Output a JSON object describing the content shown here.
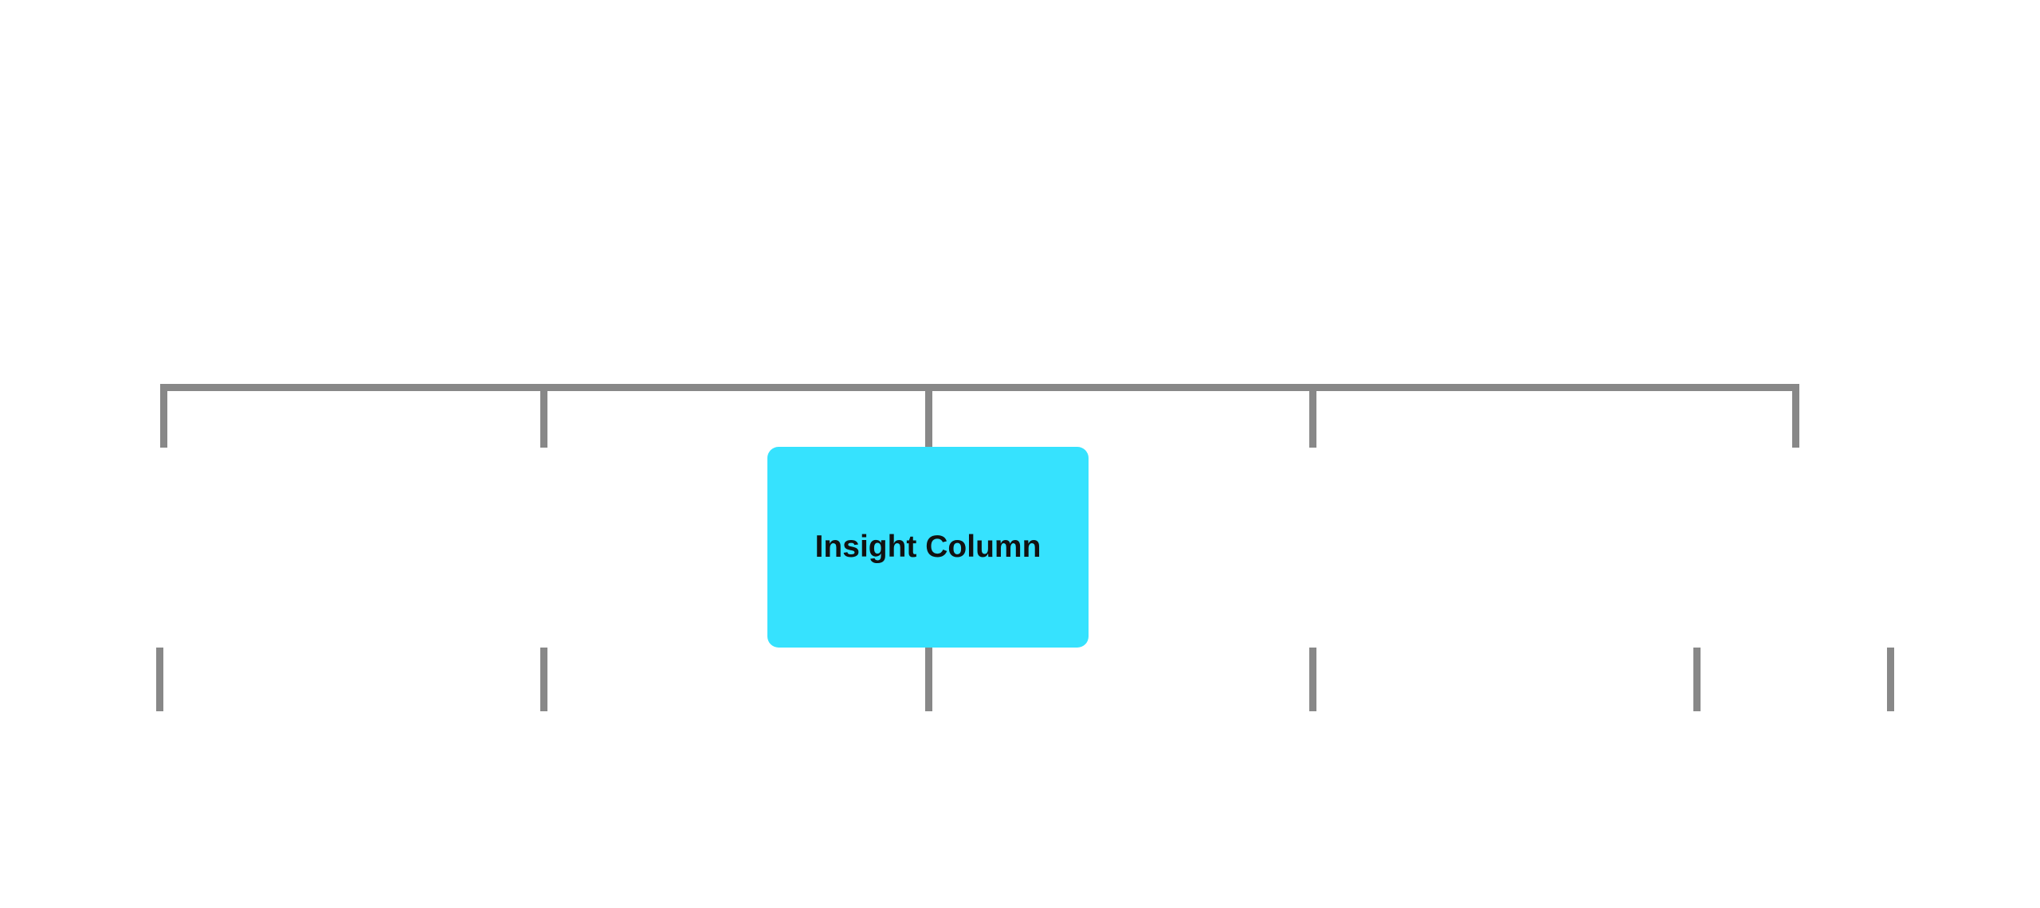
{
  "diagram": {
    "type": "org-chart-fragment",
    "center_node": {
      "label": "Insight Column",
      "color": "#36E2FE"
    },
    "connector_color": "#888888",
    "upper_branch_count": 5,
    "lower_branch_count": 6
  }
}
